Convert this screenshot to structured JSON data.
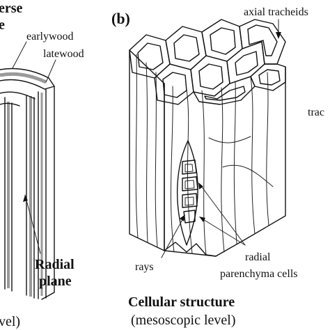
{
  "left_panel": {
    "title_line1": "erse",
    "title_line2": "e",
    "earlywood": "earlywood",
    "latewood": "latewood",
    "radial_line1": "Radial",
    "radial_line2": "plane",
    "caption_fragment": "vel)"
  },
  "right_panel": {
    "panel_label": "(b)",
    "axial_tracheids": "axial tracheids",
    "tracheids_cut": "trac",
    "rays": "rays",
    "radial": "radial",
    "parenchyma_cells": "parenchyma cells",
    "caption_title": "Cellular structure",
    "caption_sub": "(mesoscopic  level)"
  },
  "colors": {
    "ink": "#111111",
    "latewood_band": "#9a9a9a",
    "background": "#ffffff"
  }
}
